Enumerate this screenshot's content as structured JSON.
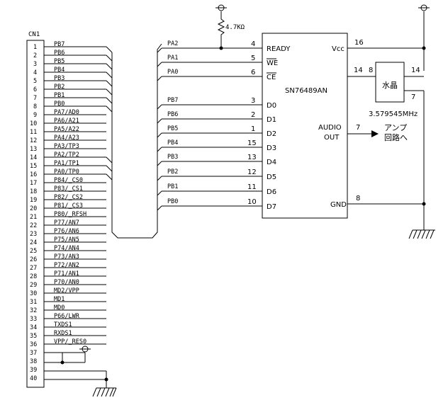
{
  "connector": {
    "ref": "CN1",
    "pins": [
      {
        "n": "1",
        "label": "PB7"
      },
      {
        "n": "2",
        "label": "PB6"
      },
      {
        "n": "3",
        "label": "PB5"
      },
      {
        "n": "4",
        "label": "PB4"
      },
      {
        "n": "5",
        "label": "PB3"
      },
      {
        "n": "6",
        "label": "PB2"
      },
      {
        "n": "7",
        "label": "PB1"
      },
      {
        "n": "8",
        "label": "PB0"
      },
      {
        "n": "9",
        "label": "PA7/AD0"
      },
      {
        "n": "10",
        "label": "PA6/A21"
      },
      {
        "n": "11",
        "label": "PA5/A22"
      },
      {
        "n": "12",
        "label": "PA4/A23"
      },
      {
        "n": "13",
        "label": "PA3/TP3"
      },
      {
        "n": "14",
        "label": "PA2/TP2"
      },
      {
        "n": "15",
        "label": "PA1/TP1"
      },
      {
        "n": "16",
        "label": "PA0/TP0"
      },
      {
        "n": "17",
        "label": "P84/_CS0"
      },
      {
        "n": "18",
        "label": "P83/_CS1"
      },
      {
        "n": "19",
        "label": "P82/_CS2"
      },
      {
        "n": "20",
        "label": "P81/_CS3"
      },
      {
        "n": "21",
        "label": "P80/_RFSH"
      },
      {
        "n": "22",
        "label": "P77/AN7"
      },
      {
        "n": "23",
        "label": "P76/AN6"
      },
      {
        "n": "24",
        "label": "P75/AN5"
      },
      {
        "n": "25",
        "label": "P74/AN4"
      },
      {
        "n": "26",
        "label": "P73/AN3"
      },
      {
        "n": "27",
        "label": "P72/AN2"
      },
      {
        "n": "28",
        "label": "P71/AN1"
      },
      {
        "n": "29",
        "label": "P70/AN0"
      },
      {
        "n": "30",
        "label": "MD2/VPP"
      },
      {
        "n": "31",
        "label": "MD1"
      },
      {
        "n": "32",
        "label": "MD0"
      },
      {
        "n": "33",
        "label": "P66/LWR"
      },
      {
        "n": "34",
        "label": "TXDS1"
      },
      {
        "n": "35",
        "label": "RXDS1"
      },
      {
        "n": "36",
        "label": "VPP/_RES0"
      },
      {
        "n": "37",
        "label": ""
      },
      {
        "n": "38",
        "label": ""
      },
      {
        "n": "39",
        "label": ""
      },
      {
        "n": "40",
        "label": ""
      }
    ]
  },
  "resistor": {
    "value": "4.7KΩ"
  },
  "chip": {
    "name": "SN76489AN",
    "left_pins": [
      {
        "net": "PA2",
        "num": "4",
        "name": "READY"
      },
      {
        "net": "PA1",
        "num": "5",
        "name": "WE"
      },
      {
        "net": "PA0",
        "num": "6",
        "name": "CE"
      },
      {
        "net": "PB7",
        "num": "3",
        "name": "D0"
      },
      {
        "net": "PB6",
        "num": "2",
        "name": "D1"
      },
      {
        "net": "PB5",
        "num": "1",
        "name": "D2"
      },
      {
        "net": "PB4",
        "num": "15",
        "name": "D3"
      },
      {
        "net": "PB3",
        "num": "13",
        "name": "D4"
      },
      {
        "net": "PB2",
        "num": "12",
        "name": "D5"
      },
      {
        "net": "PB1",
        "num": "11",
        "name": "D6"
      },
      {
        "net": "PB0",
        "num": "10",
        "name": "D7"
      }
    ],
    "right_pins": [
      {
        "num": "16",
        "name": "Vcc"
      },
      {
        "num": "14",
        "name": ""
      },
      {
        "num": "7",
        "name": "AUDIO"
      },
      {
        "num": "8",
        "name": "GND"
      }
    ],
    "audio_out": "OUT"
  },
  "crystal": {
    "label": "水晶",
    "freq": "3.579545MHz",
    "pin_left": "8",
    "pin_right": "14",
    "pin_bottom": "7"
  },
  "amp_label": [
    "アンプ",
    "回路へ"
  ]
}
